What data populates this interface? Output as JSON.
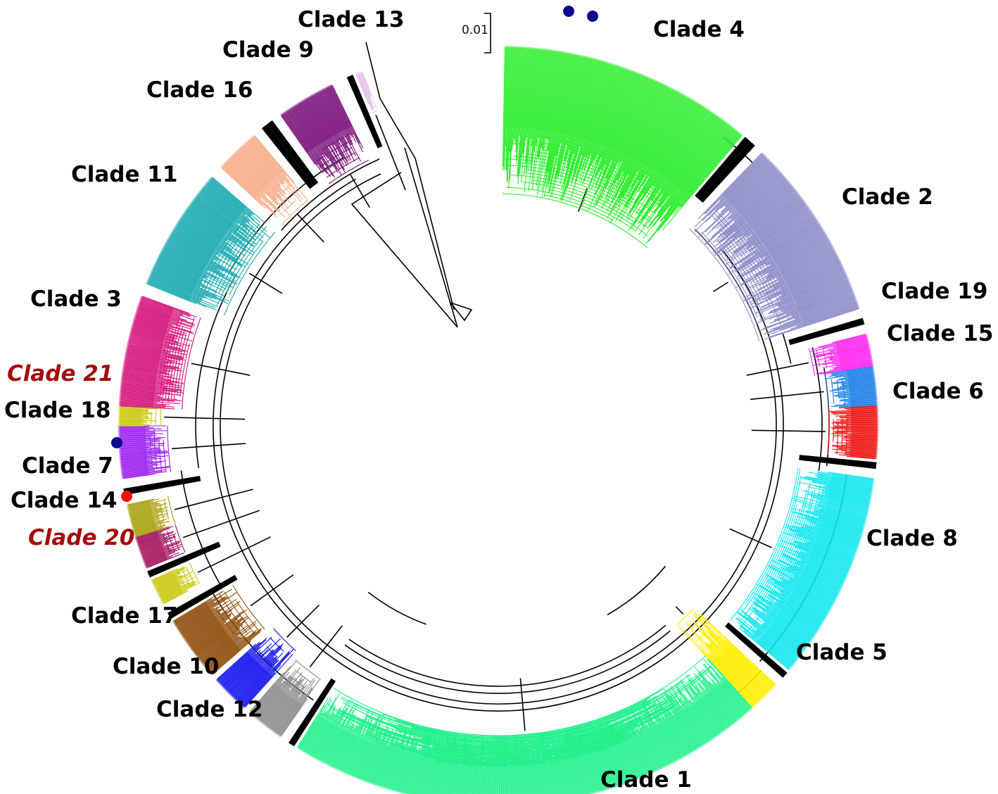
{
  "scale_bar": {
    "label": "0.01"
  },
  "clades": [
    {
      "id": "clade-4",
      "label": "Clade 4",
      "color": "#33ee33",
      "italic": false
    },
    {
      "id": "clade-2",
      "label": "Clade 2",
      "color": "#8c8cc8",
      "italic": false
    },
    {
      "id": "clade-19",
      "label": "Clade 19",
      "color": "#ff22ee",
      "italic": false
    },
    {
      "id": "clade-15",
      "label": "Clade 15",
      "color": "#1a7de8",
      "italic": false
    },
    {
      "id": "clade-6",
      "label": "Clade 6",
      "color": "#ee1111",
      "italic": false
    },
    {
      "id": "clade-8",
      "label": "Clade 8",
      "color": "#11e6ee",
      "italic": false
    },
    {
      "id": "clade-5",
      "label": "Clade 5",
      "color": "#ffee00",
      "italic": false
    },
    {
      "id": "clade-1",
      "label": "Clade 1",
      "color": "#22f08c",
      "italic": false
    },
    {
      "id": "clade-12",
      "label": "Clade 12",
      "color": "#8c8c8c",
      "italic": false
    },
    {
      "id": "clade-10",
      "label": "Clade 10",
      "color": "#1111ee",
      "italic": false
    },
    {
      "id": "clade-17",
      "label": "Clade 17",
      "color": "#8c4a08",
      "italic": false
    },
    {
      "id": "clade-20",
      "label": "Clade 20",
      "color": "#c8c80a",
      "italic": true
    },
    {
      "id": "clade-14",
      "label": "Clade 14",
      "color": "#a0105a",
      "italic": false
    },
    {
      "id": "clade-7",
      "label": "Clade 7",
      "color": "#a8a00a",
      "italic": false
    },
    {
      "id": "clade-18",
      "label": "Clade 18",
      "color": "#9b1ff0",
      "italic": false
    },
    {
      "id": "clade-21",
      "label": "Clade 21",
      "color": "#c8c80a",
      "italic": true
    },
    {
      "id": "clade-3",
      "label": "Clade 3",
      "color": "#d4137a",
      "italic": false
    },
    {
      "id": "clade-11",
      "label": "Clade 11",
      "color": "#1aaab0",
      "italic": false
    },
    {
      "id": "clade-16",
      "label": "Clade 16",
      "color": "#f5ad88",
      "italic": false
    },
    {
      "id": "clade-9",
      "label": "Clade 9",
      "color": "#7a117a",
      "italic": false
    },
    {
      "id": "clade-13",
      "label": "Clade 13",
      "color": "#e6c8ee",
      "italic": false
    }
  ],
  "markers": [
    {
      "id": "marker-clade-4-a",
      "color": "#0a0a8c"
    },
    {
      "id": "marker-clade-4-b",
      "color": "#0a0a8c"
    },
    {
      "id": "marker-clade-7",
      "color": "#0a0a8c"
    },
    {
      "id": "marker-clade-14",
      "color": "#ee1111"
    }
  ]
}
